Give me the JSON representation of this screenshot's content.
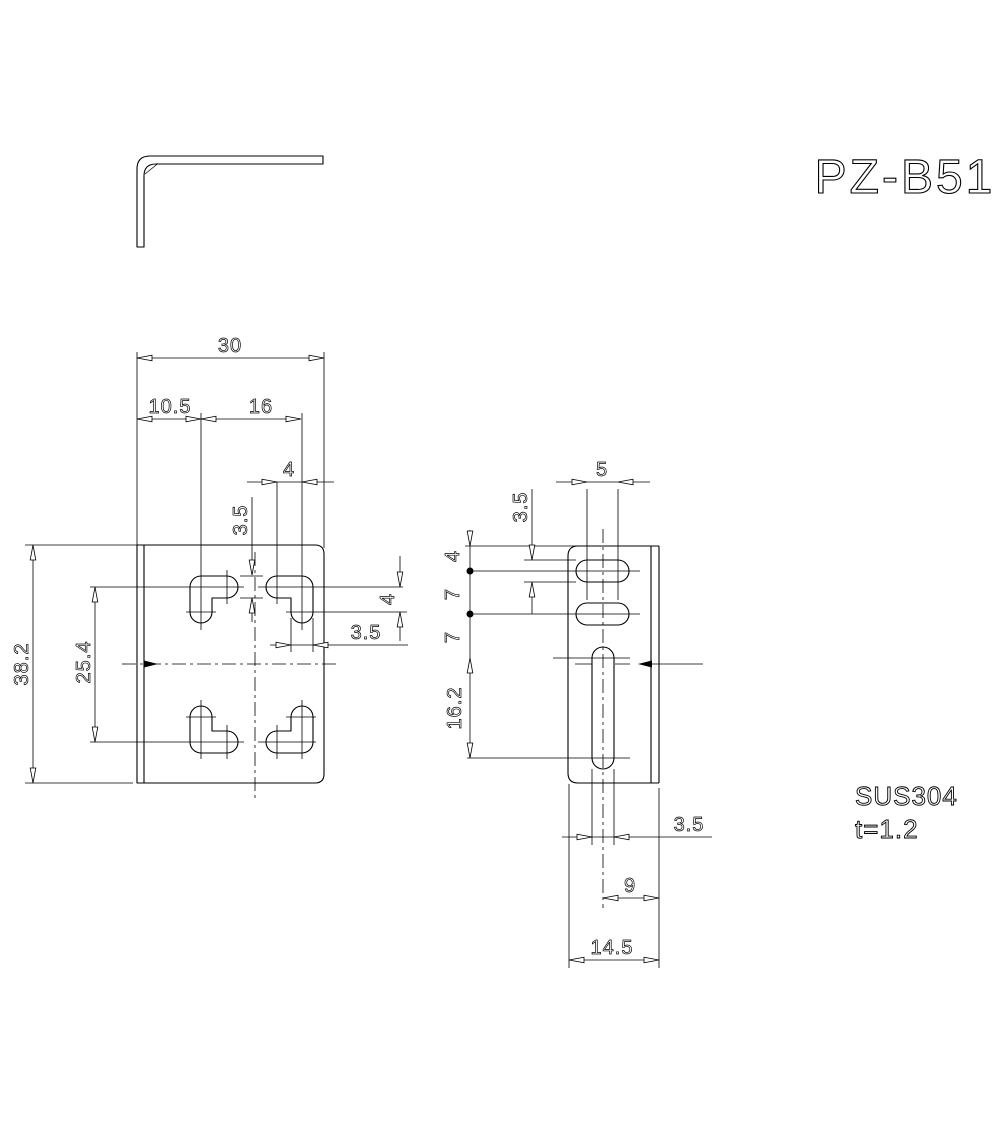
{
  "title": "PZ-B51",
  "material": {
    "name": "SUS304",
    "thickness": "t=1.2"
  },
  "dims": {
    "plan": {
      "overall_width": "30",
      "edge_to_slot": "10.5",
      "slot_pitch_x": "16",
      "slot_arm_length_top": "4",
      "slot_width_center": "3.5",
      "slot_arm_length_side": "4",
      "slot_width_side": "3.5",
      "overall_height": "38.2",
      "slot_pitch_y": "25.4"
    },
    "side": {
      "slot_pitch": "5",
      "slot_width_top": "3.5",
      "edge_to_slot1": "4",
      "slot1_to_slot2": "7",
      "slot2_to_slot3": "7",
      "long_slot_length": "16.2",
      "long_slot_width": "3.5",
      "slot_center_to_edge": "9",
      "flange_depth": "14.5"
    }
  }
}
